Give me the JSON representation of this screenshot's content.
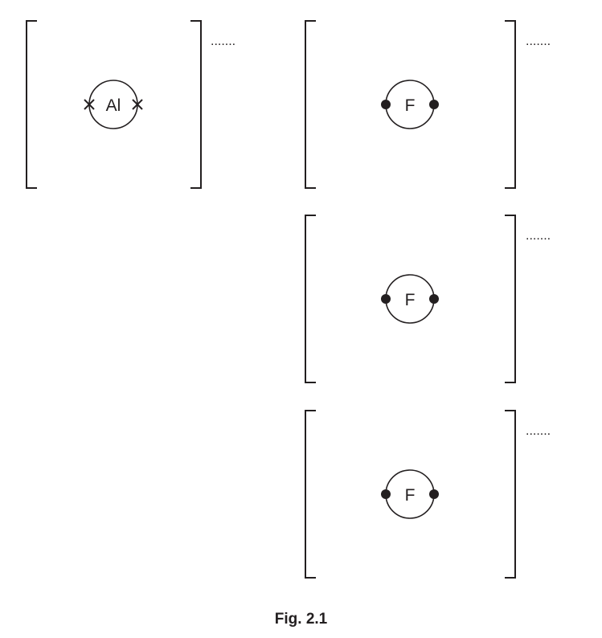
{
  "ion_aluminium": {
    "symbol": "Al",
    "charge_blank": "......."
  },
  "ions_fluoride": [
    {
      "symbol": "F",
      "charge_blank": "......."
    },
    {
      "symbol": "F",
      "charge_blank": "......."
    },
    {
      "symbol": "F",
      "charge_blank": "......."
    }
  ],
  "caption": "Fig. 2.1"
}
